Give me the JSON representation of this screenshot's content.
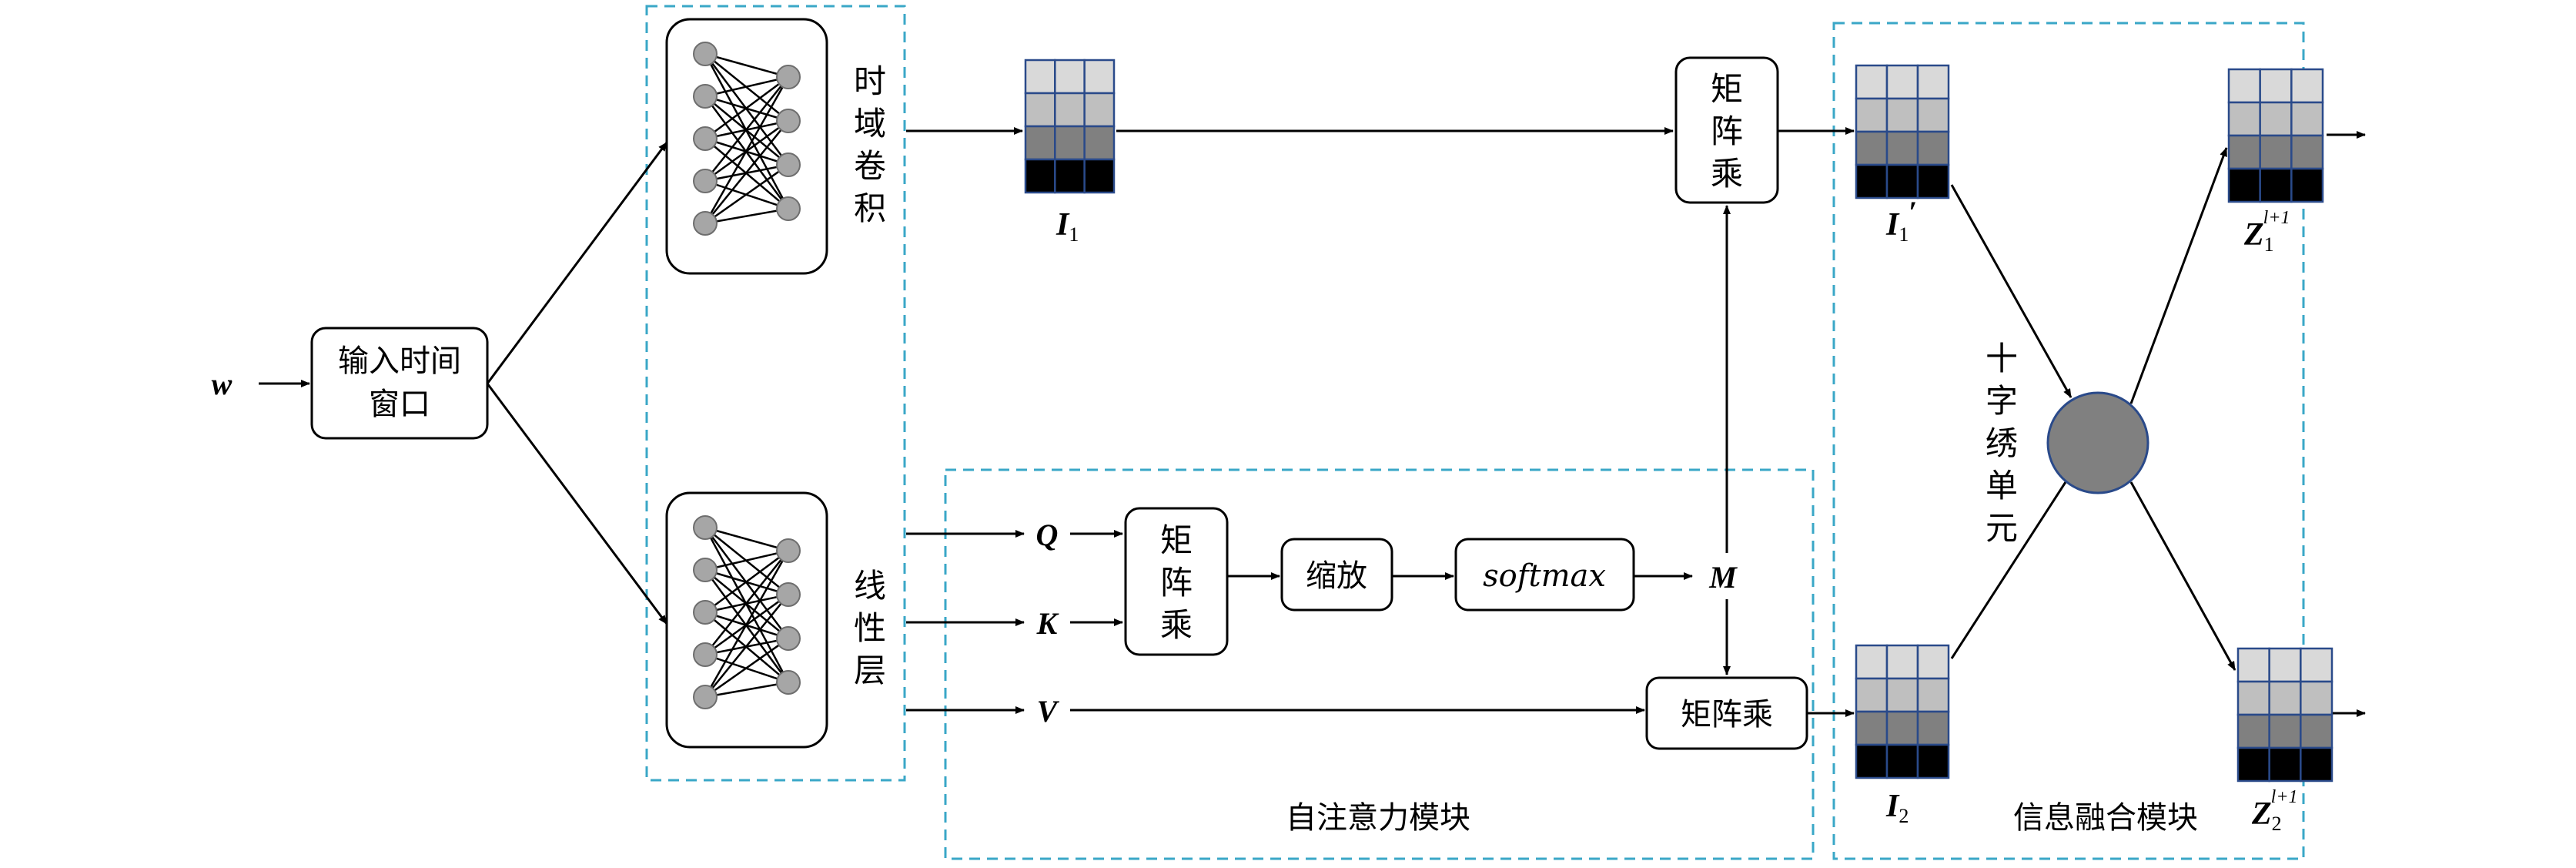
{
  "input": {
    "var": "w",
    "box_label_line1": "输入时间",
    "box_label_line2": "窗口"
  },
  "branches": {
    "temporal_conv": {
      "chars": [
        "时",
        "域",
        "卷",
        "积"
      ]
    },
    "linear_layer": {
      "chars": [
        "线",
        "性",
        "层"
      ]
    }
  },
  "qkv": {
    "q": "Q",
    "k": "K",
    "v": "V"
  },
  "attention": {
    "matmul_chars": [
      "矩",
      "阵",
      "乘"
    ],
    "scale": "缩放",
    "softmax": "softmax",
    "m": "M",
    "matmul2": "矩阵乘",
    "module_label": "自注意力模块"
  },
  "top_matmul": {
    "chars": [
      "矩",
      "阵",
      "乘"
    ]
  },
  "features": {
    "i1": {
      "base": "I",
      "sub": "1"
    },
    "i1p": {
      "base": "I",
      "sub": "1",
      "prime": "′"
    },
    "i2": {
      "base": "I",
      "sub": "2"
    },
    "z1": {
      "base": "Z",
      "sub": "1",
      "sup": "l+1"
    },
    "z2": {
      "base": "Z",
      "sub": "2",
      "sup": "l+1"
    }
  },
  "fusion": {
    "unit_chars": [
      "十",
      "字",
      "绣",
      "单",
      "元"
    ],
    "module_label": "信息融合模块"
  },
  "colors": {
    "dashed_border": "#3aa7c7",
    "grid_border": "#2a4a8a",
    "row_light": "#d9d9d9",
    "row_mid": "#bfbfbf",
    "row_dark": "#808080",
    "row_black": "#000000",
    "node_fill": "#a6a6a6",
    "fusion_circle": "#808080"
  }
}
